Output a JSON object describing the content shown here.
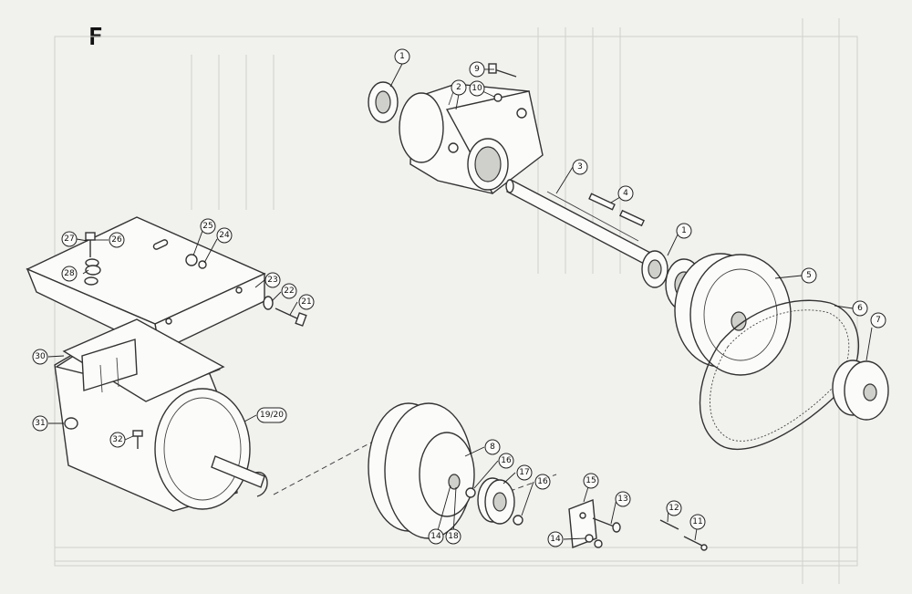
{
  "page_letter": "F",
  "callouts": [
    {
      "id": "c1a",
      "label": "1"
    },
    {
      "id": "c2",
      "label": "2"
    },
    {
      "id": "c9",
      "label": "9"
    },
    {
      "id": "c10",
      "label": "10"
    },
    {
      "id": "c3",
      "label": "3"
    },
    {
      "id": "c4",
      "label": "4"
    },
    {
      "id": "c1b",
      "label": "1"
    },
    {
      "id": "c5",
      "label": "5"
    },
    {
      "id": "c6",
      "label": "6"
    },
    {
      "id": "c7",
      "label": "7"
    },
    {
      "id": "c27",
      "label": "27"
    },
    {
      "id": "c26",
      "label": "26"
    },
    {
      "id": "c28",
      "label": "28"
    },
    {
      "id": "c25",
      "label": "25"
    },
    {
      "id": "c24",
      "label": "24"
    },
    {
      "id": "c23",
      "label": "23"
    },
    {
      "id": "c22",
      "label": "22"
    },
    {
      "id": "c21",
      "label": "21"
    },
    {
      "id": "c30",
      "label": "30"
    },
    {
      "id": "c31",
      "label": "31"
    },
    {
      "id": "c32",
      "label": "32"
    },
    {
      "id": "c1920",
      "label": "19/20"
    },
    {
      "id": "c8",
      "label": "8"
    },
    {
      "id": "c16a",
      "label": "16"
    },
    {
      "id": "c17",
      "label": "17"
    },
    {
      "id": "c16b",
      "label": "16"
    },
    {
      "id": "c14a",
      "label": "14"
    },
    {
      "id": "c18",
      "label": "18"
    },
    {
      "id": "c15",
      "label": "15"
    },
    {
      "id": "c13",
      "label": "13"
    },
    {
      "id": "c14b",
      "label": "14"
    },
    {
      "id": "c12",
      "label": "12"
    },
    {
      "id": "c11",
      "label": "11"
    }
  ]
}
